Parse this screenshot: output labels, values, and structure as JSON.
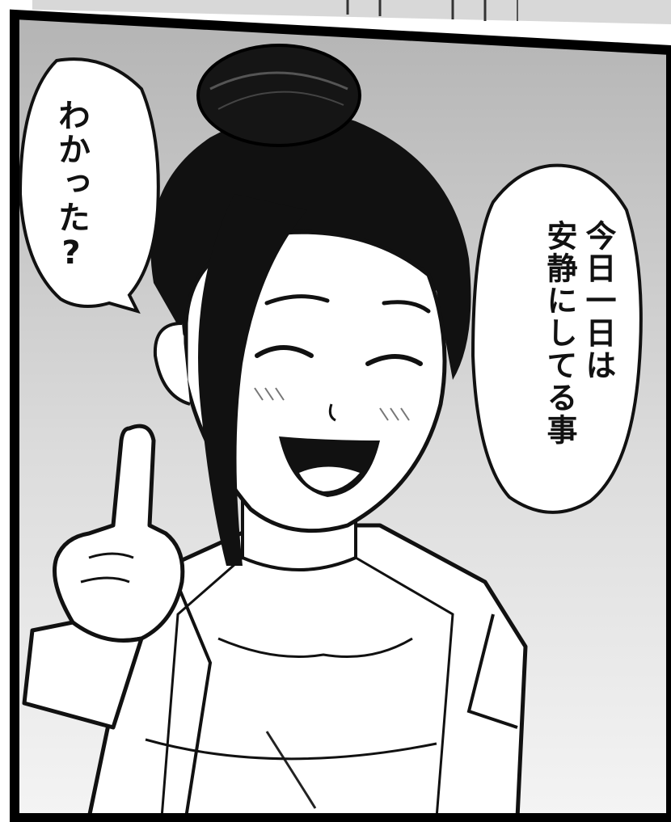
{
  "speech": {
    "left": "わかった?",
    "right_lines": [
      "今日一日は",
      "安静にしてる事"
    ]
  }
}
